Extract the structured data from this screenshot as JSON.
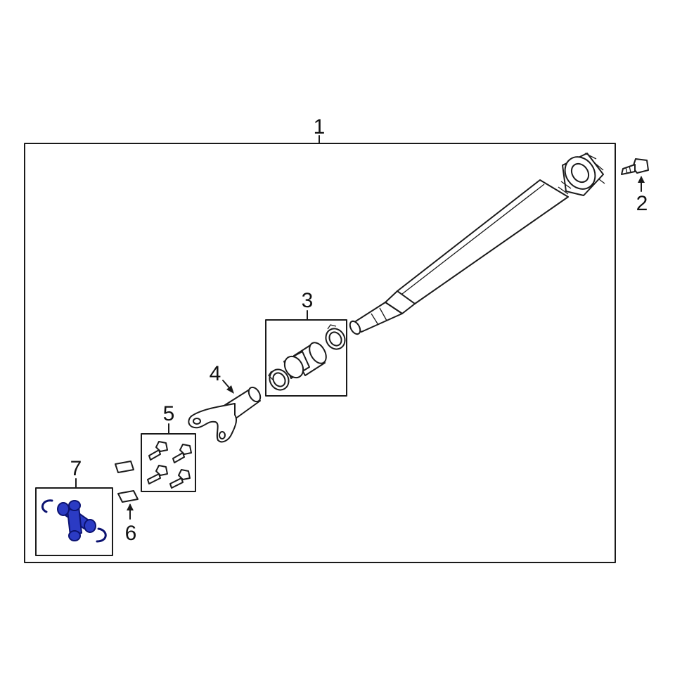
{
  "callouts": {
    "c1": "1",
    "c2": "2",
    "c3": "3",
    "c4": "4",
    "c5": "5",
    "c6": "6",
    "c7": "7"
  },
  "colors": {
    "line": "#1a1a1a",
    "highlight_fill": "#2b3bc4",
    "highlight_stroke": "#0b1270",
    "background": "#ffffff"
  }
}
